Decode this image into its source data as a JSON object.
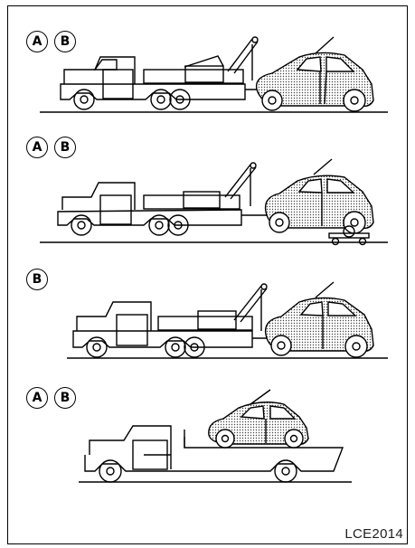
{
  "scenes": [
    {
      "name": "wheel-lift-tow",
      "badges": [
        "A",
        "B"
      ]
    },
    {
      "name": "wheel-lift-tow-with-dollies",
      "badges": [
        "A",
        "B"
      ]
    },
    {
      "name": "wheel-lift-tow-front-lifted",
      "badges": [
        "B"
      ]
    },
    {
      "name": "flatbed-tow",
      "badges": [
        "A",
        "B"
      ]
    }
  ],
  "figure_code": "LCE2014"
}
